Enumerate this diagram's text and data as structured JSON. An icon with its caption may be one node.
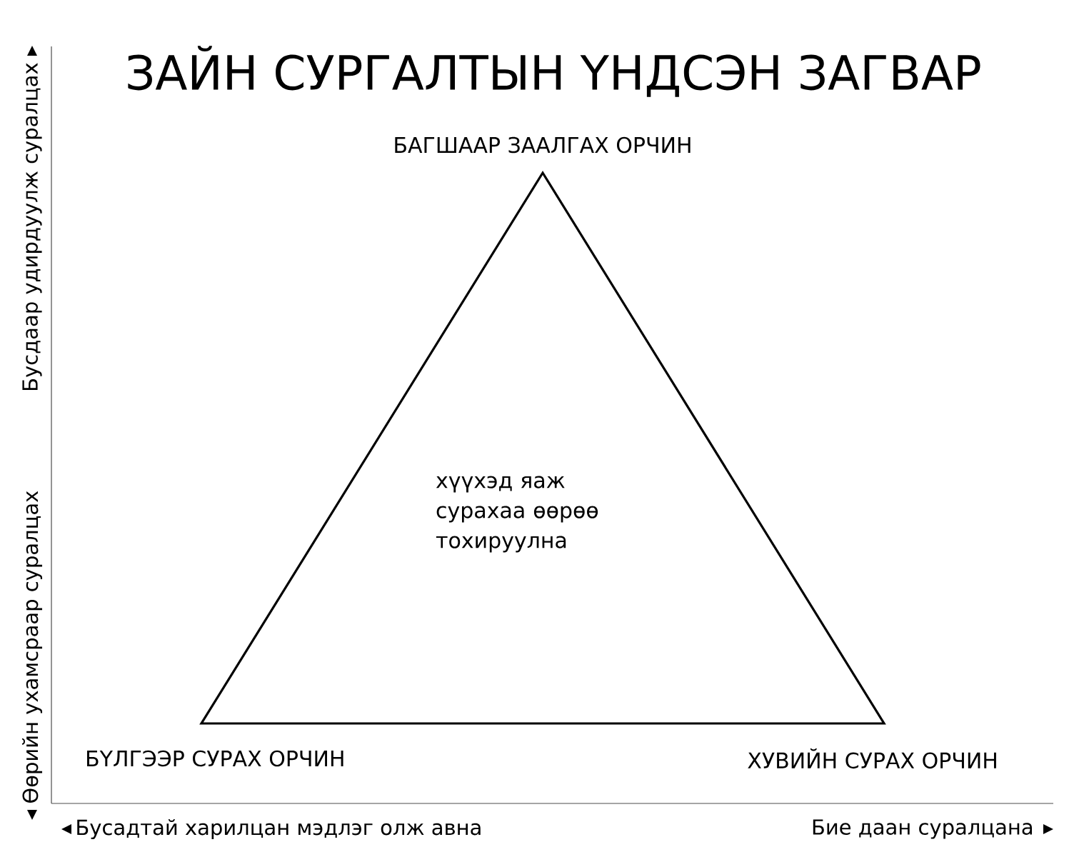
{
  "diagram": {
    "title": "ЗАЙН СУРГАЛТЫН ҮНДСЭН ЗАГВАР",
    "nodes": [
      {
        "text": [
          "хүүхэд яаж сурахаа өөрөө тохируулна"
        ],
        "beside": [
          "БАГШААР ЗААЛГАХ ОРЧИН",
          "БҮЛГЭЭР СУРАХ ОРЧИН",
          "ХУВИЙН СУРАХ ОРЧИН"
        ]
      }
    ],
    "edges": [],
    "labels": [
      "Бусдаар удирдуулж суралцах",
      "Өөрийн ухамсраар суралцах",
      "Бусадтай харилцан мэдлэг олж авна",
      "Бие даан суралцана"
    ]
  }
}
